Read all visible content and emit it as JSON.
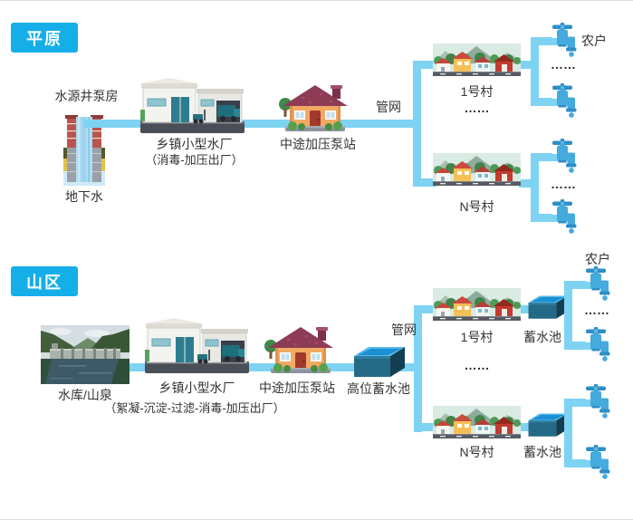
{
  "colors": {
    "accent": "#15aee9",
    "pipe": "#7ed3f3",
    "text": "#333333",
    "faucet": "#45aadd",
    "faucet_dark": "#2e8ec8",
    "tank_water": "#1b8fd2"
  },
  "plain": {
    "badge": "平原",
    "well_label": "水源井泵房",
    "groundwater_label": "地下水",
    "plant_label": "乡镇小型水厂",
    "plant_process": "（消毒-加压出厂）",
    "pump_label": "中途加压泵站",
    "network_label": "管网",
    "village1_label": "1号村",
    "villageN_label": "N号村",
    "household_label": "农户",
    "ellipsis": "……"
  },
  "mountain": {
    "badge": "山区",
    "source_label": "水库/山泉",
    "plant_label": "乡镇小型水厂",
    "plant_process": "（絮凝-沉淀-过滤-消毒-加压出厂）",
    "pump_label": "中途加压泵站",
    "elevated_tank_label": "高位蓄水池",
    "network_label": "管网",
    "village1_label": "1号村",
    "villageN_label": "N号村",
    "cistern_label": "蓄水池",
    "household_label": "农户",
    "ellipsis": "……"
  },
  "icons": {
    "well": "well-pump-icon",
    "plant": "water-plant-icon",
    "pump_house": "pump-house-icon",
    "village": "village-icon",
    "reservoir": "reservoir-photo",
    "storage_tank": "water-tank-icon",
    "faucet": "faucet-icon"
  }
}
